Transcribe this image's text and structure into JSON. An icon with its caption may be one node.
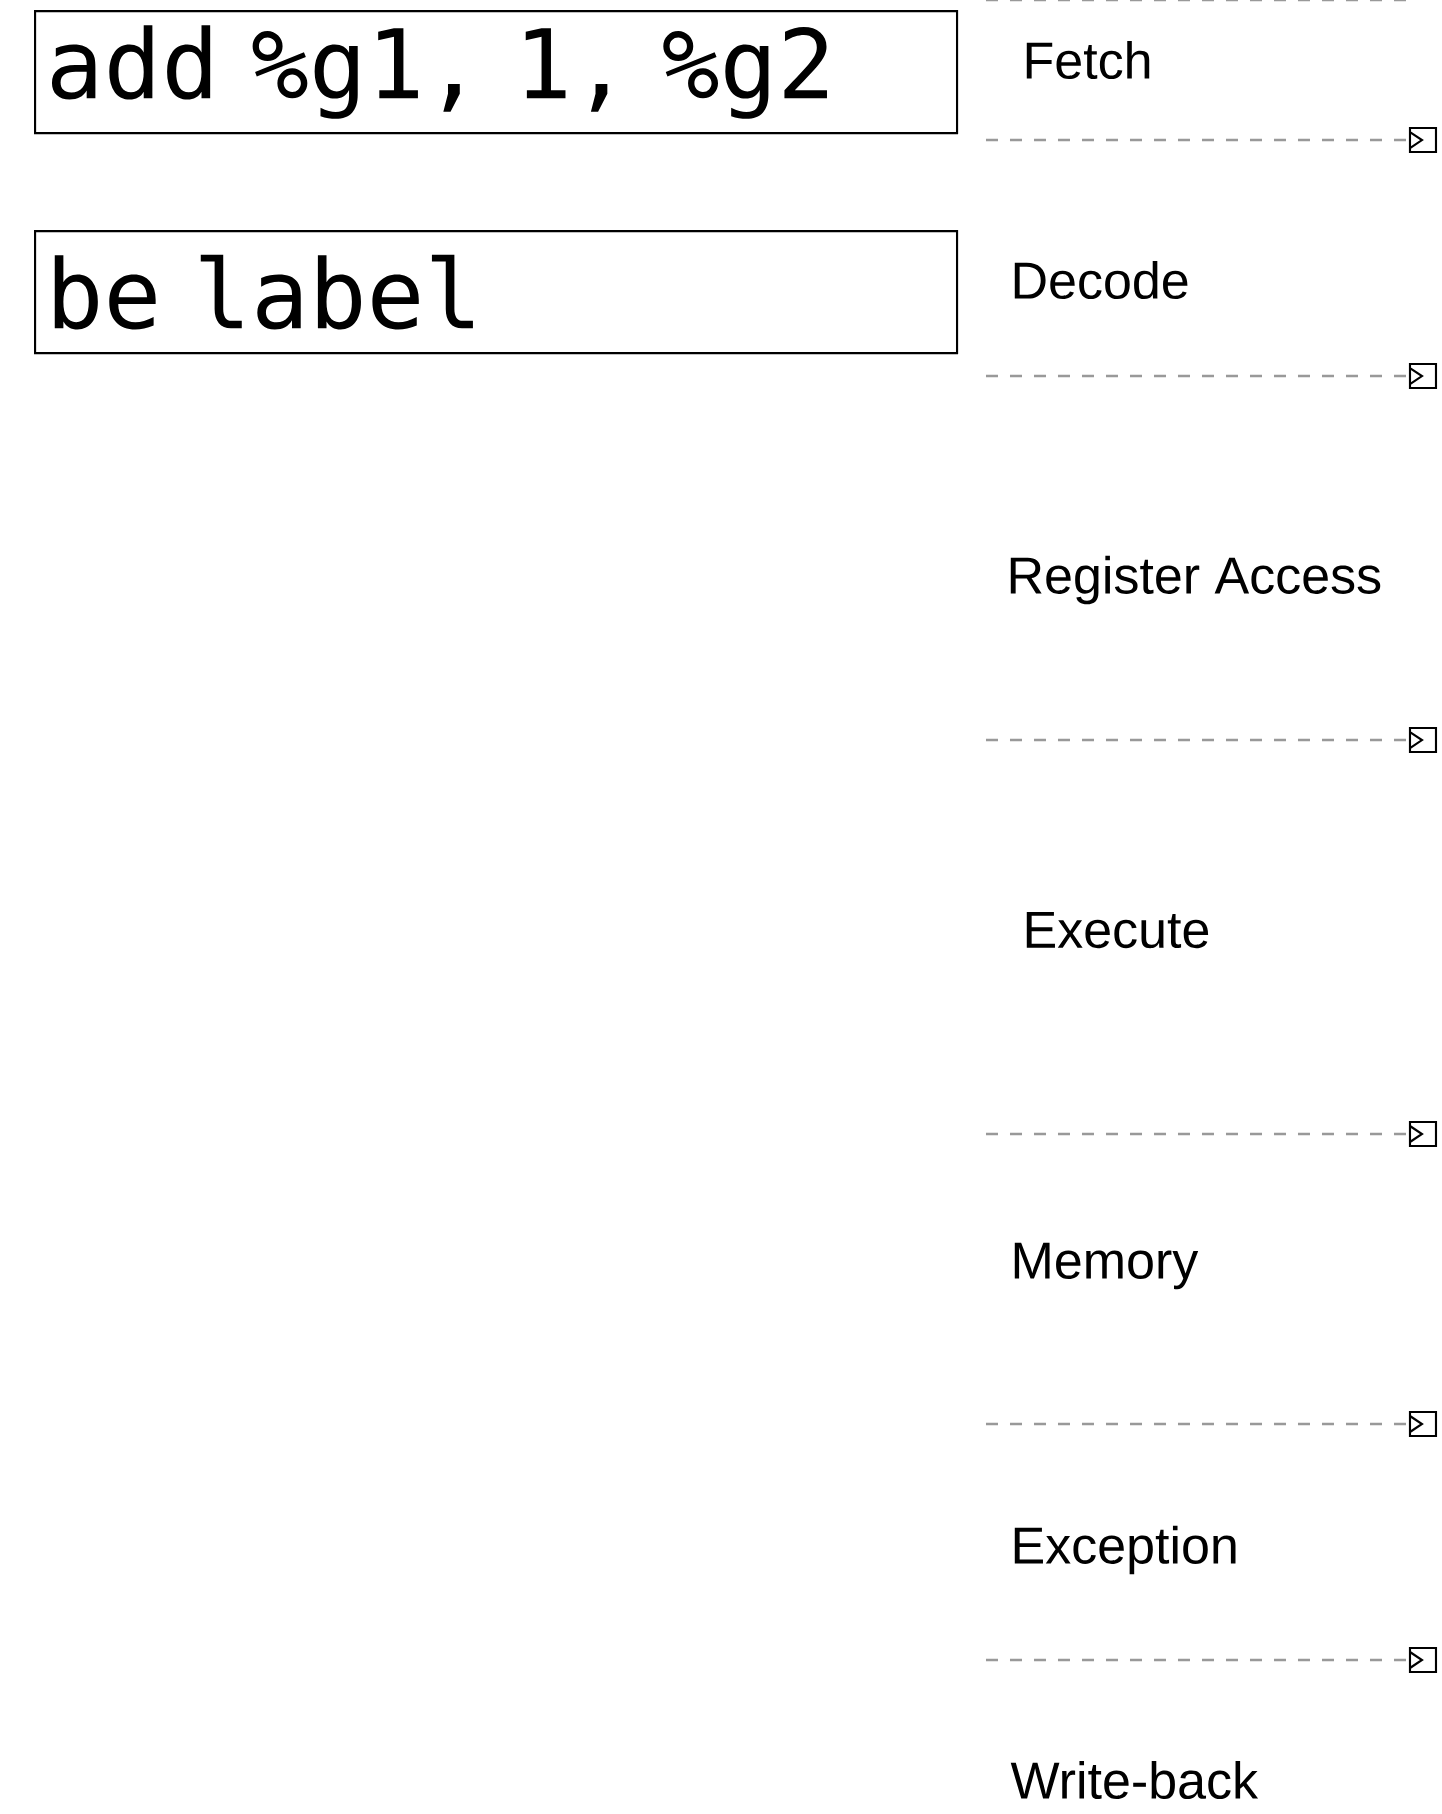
{
  "diagram": {
    "nodes": [
      {
        "text": [
          "add %g1, 1, %g2"
        ]
      },
      {
        "text": [
          "be label"
        ]
      }
    ],
    "labels": [
      "Fetch",
      "Decode",
      "Register Access",
      "Execute",
      "Memory",
      "Exception",
      "Write-back"
    ]
  }
}
